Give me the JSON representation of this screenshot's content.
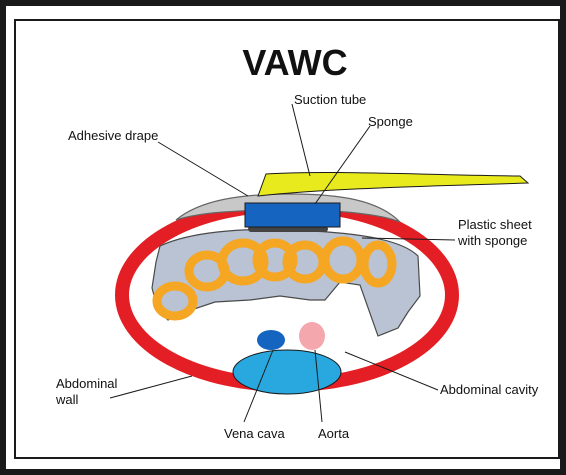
{
  "title": "VAWC",
  "labels": {
    "suction_tube": "Suction tube",
    "sponge": "Sponge",
    "adhesive_drape": "Adhesive drape",
    "plastic_sheet_line1": "Plastic sheet",
    "plastic_sheet_line2": "with sponge",
    "abdominal_wall_line1": "Abdominal",
    "abdominal_wall_line2": "wall",
    "abdominal_cavity": "Abdominal cavity",
    "vena_cava": "Vena cava",
    "aorta": "Aorta"
  },
  "colors": {
    "frame": "#1a1a1a",
    "abdominal_wall": "#e31e24",
    "suction_tube": "#e8ea1e",
    "sponge": "#1565c0",
    "adhesive_drape": "#c8c8c8",
    "plastic_sheet": "#b9c3d3",
    "bowel": "#f5a623",
    "vena_cava": "#1565c0",
    "aorta": "#f4a7ad",
    "retroperitoneum": "#29a8e0"
  }
}
